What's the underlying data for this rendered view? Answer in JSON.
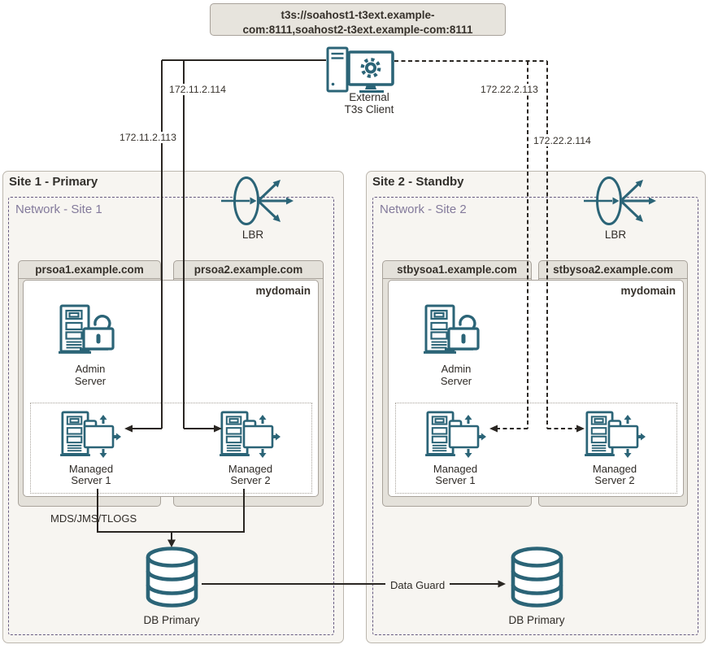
{
  "url_box": {
    "line1": "t3s://soahost1-t3ext.example-",
    "line2": "com:8111,soahost2-t3ext.example-com:8111"
  },
  "client": {
    "line1": "External",
    "line2": "T3s Client"
  },
  "connections": {
    "ip_site1_ms1": "172.11.2.113",
    "ip_site1_ms2": "172.11.2.114",
    "ip_site2_ms1": "172.22.2.113",
    "ip_site2_ms2": "172.22.2.114",
    "storage": "MDS/JMS/TLOGS",
    "data_guard": "Data Guard"
  },
  "site1": {
    "title": "Site 1 - Primary",
    "network": "Network - Site 1",
    "lbr": "LBR",
    "host1": "prsoa1.example.com",
    "host2": "prsoa2.example.com",
    "domain": "mydomain",
    "admin_line1": "Admin",
    "admin_line2": "Server",
    "ms1_line1": "Managed",
    "ms1_line2": "Server 1",
    "ms2_line1": "Managed",
    "ms2_line2": "Server 2",
    "db": "DB Primary"
  },
  "site2": {
    "title": "Site 2 - Standby",
    "network": "Network - Site 2",
    "lbr": "LBR",
    "host1": "stbysoa1.example.com",
    "host2": "stbysoa2.example.com",
    "domain": "mydomain",
    "admin_line1": "Admin",
    "admin_line2": "Server",
    "ms1_line1": "Managed",
    "ms1_line2": "Server 1",
    "ms2_line1": "Managed",
    "ms2_line2": "Server 2",
    "db": "DB Primary"
  },
  "colors": {
    "icon_teal": "#2b6477",
    "wire_black": "#2a2622",
    "network_purple": "#665a80",
    "site_background": "#f7f5f1",
    "host_background": "#e4e1da",
    "box_border": "#a8a29a"
  }
}
